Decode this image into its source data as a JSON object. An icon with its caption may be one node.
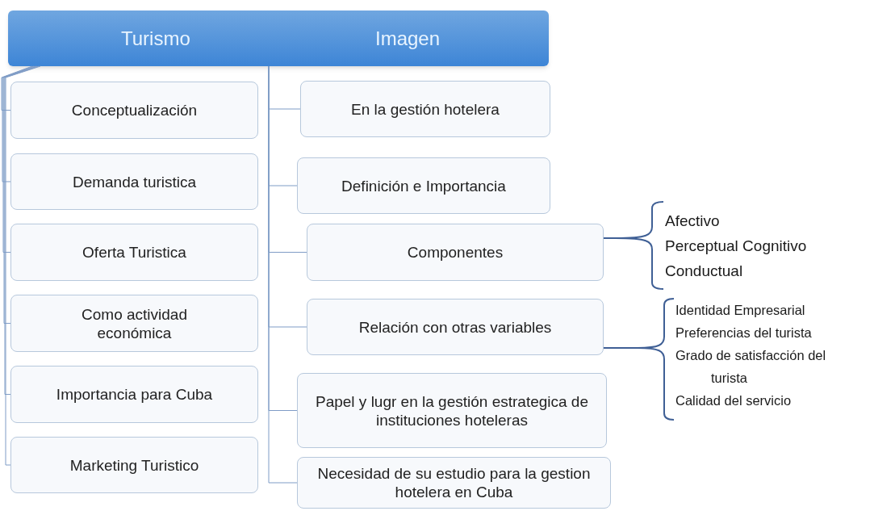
{
  "diagram": {
    "nodes": [
      {
        "text": [
          "Turismo",
          "Imagen"
        ]
      },
      {
        "text": [
          "Conceptualización"
        ]
      },
      {
        "text": [
          "Demanda turistica"
        ]
      },
      {
        "text": [
          "Oferta Turistica"
        ]
      },
      {
        "text": [
          "Como actividad económica"
        ]
      },
      {
        "text": [
          "Importancia para Cuba"
        ]
      },
      {
        "text": [
          "Marketing Turistico"
        ]
      },
      {
        "text": [
          "En la gestión hotelera"
        ]
      },
      {
        "text": [
          "Definición e Importancia"
        ]
      },
      {
        "text": [
          "Componentes"
        ]
      },
      {
        "text": [
          "Relación con otras variables"
        ]
      },
      {
        "text": [
          "Papel y lugr en la gestión estrategica de instituciones hoteleras"
        ]
      },
      {
        "text": [
          "Necesidad de su estudio para la gestion hotelera en Cuba"
        ]
      },
      {
        "text": [
          "Afectivo",
          "Perceptual Cognitivo",
          "Conductual"
        ]
      },
      {
        "text": [
          "Identidad  Empresarial",
          "Preferencias del turista",
          "Grado de satisfacción del turista",
          "Calidad del servicio"
        ]
      }
    ],
    "edges": [
      {
        "from": 0,
        "to": 1,
        "arrow": "none"
      },
      {
        "from": 0,
        "to": 2,
        "arrow": "none"
      },
      {
        "from": 0,
        "to": 3,
        "arrow": "none"
      },
      {
        "from": 0,
        "to": 4,
        "arrow": "none"
      },
      {
        "from": 0,
        "to": 5,
        "arrow": "none"
      },
      {
        "from": 0,
        "to": 6,
        "arrow": "none"
      },
      {
        "from": 0,
        "to": 7,
        "arrow": "none"
      },
      {
        "from": 0,
        "to": 8,
        "arrow": "none"
      },
      {
        "from": 0,
        "to": 9,
        "arrow": "none"
      },
      {
        "from": 0,
        "to": 10,
        "arrow": "none"
      },
      {
        "from": 0,
        "to": 11,
        "arrow": "none"
      },
      {
        "from": 0,
        "to": 12,
        "arrow": "none"
      },
      {
        "from": 9,
        "to": 13,
        "arrow": "none"
      },
      {
        "from": 10,
        "to": 14,
        "arrow": "none"
      }
    ]
  }
}
